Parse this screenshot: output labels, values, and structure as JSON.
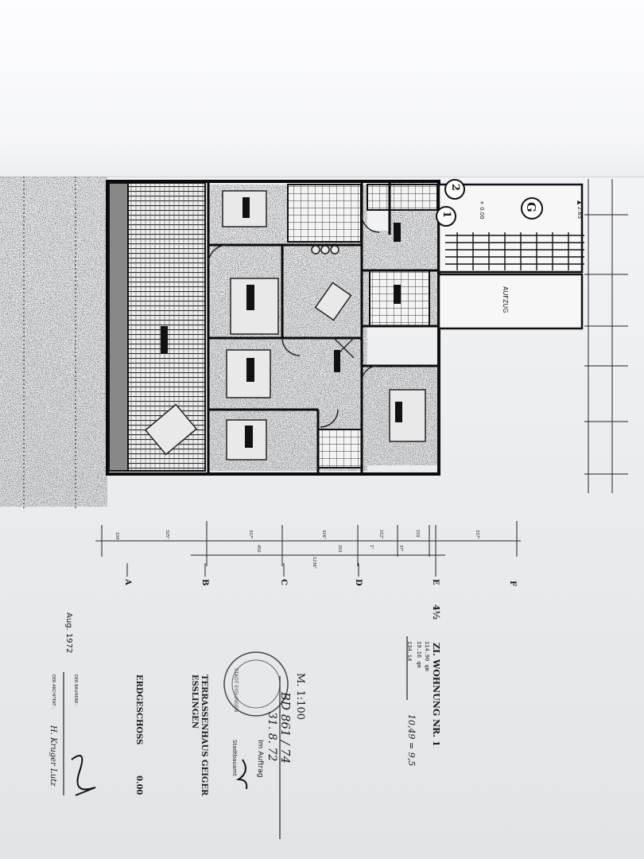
{
  "plan": {
    "circle_labels": [
      "G",
      "2",
      "1"
    ],
    "level_lower": "+ 0.00",
    "level_upper": "▲ 2.65",
    "stair_label": "AUFZUG",
    "axis_labels": [
      "F",
      "E",
      "D",
      "C",
      "B",
      "A"
    ],
    "dim_row_1": [
      "100",
      "325⁵",
      "337⁵",
      "326⁵",
      "152⁵",
      "150",
      "337⁵"
    ],
    "dim_row_2": [
      "450",
      "203",
      "1⁵",
      "37⁵"
    ],
    "dim_total": "1236⁵"
  },
  "title_block": {
    "room_count": "4½",
    "unit_title": "ZI. WOHNUNG NR. 1",
    "area_line_1": "114.90 qm",
    "area_line_2": "19.16 qm",
    "area_total": "134.14",
    "handwritten_area": "10,49 = 9,5",
    "scale": "M. 1:100",
    "reference_number": "BD 861 / 74",
    "handwritten_date": "31. 8. 72",
    "commission": "Im Auftrag",
    "office": "Stadtbauamt",
    "project_title": "TERRASSENHAUS GEIGER",
    "project_city": "ESSLINGEN",
    "floor_name": "ERDGESCHOSS",
    "floor_level": "0.00",
    "client_label": "DER BAUHERR :",
    "architect_label": "DER ARCHITEKT :",
    "architect_name": "H. Kruger Lutz",
    "date": "Aug. 1972",
    "stamp_text": "STADT ESSLINGEN"
  }
}
